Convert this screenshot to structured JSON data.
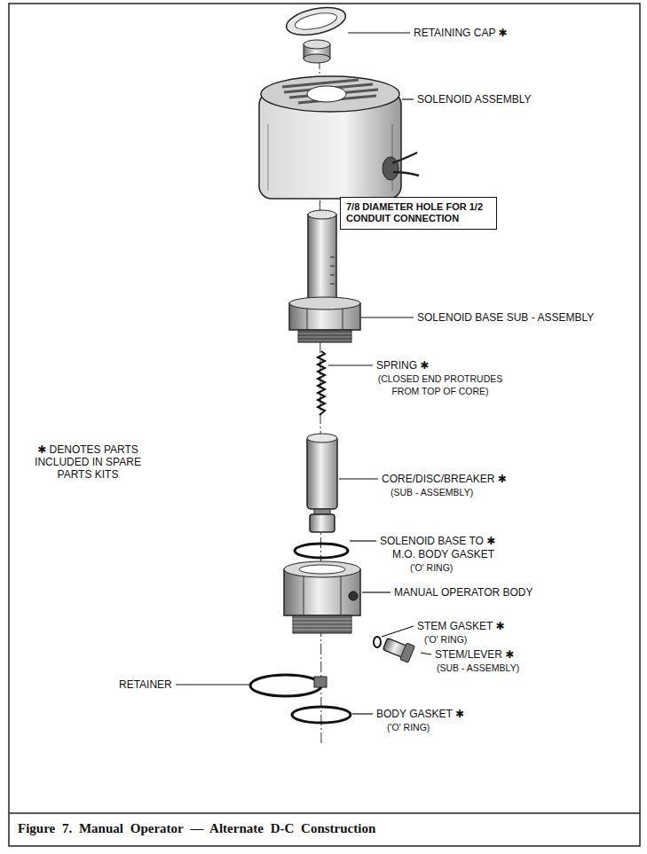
{
  "diagram": {
    "caption": "Figure 7. Manual Operator — Alternate D-C Construction",
    "nodes": [
      {
        "text": [
          "7/8 DIAMETER HOLE FOR 1/2 CONDUIT CONNECTION"
        ]
      }
    ],
    "edges": [],
    "labels": [
      "RETAINING CAP ✱",
      "SOLENOID ASSEMBLY",
      "SOLENOID BASE SUB - ASSEMBLY",
      "SPRING ✱",
      "(CLOSED END PROTRUDES FROM TOP OF CORE)",
      "✱ DENOTES PARTS INCLUDED IN SPARE PARTS KITS",
      "CORE/DISC/BREAKER ✱",
      "(SUB - ASSEMBLY)",
      "SOLENOID BASE TO ✱",
      "M.O. BODY GASKET",
      "('O' RING)",
      "MANUAL OPERATOR BODY",
      "STEM GASKET ✱",
      "('O' RING)",
      "STEM/LEVER ✱",
      "(SUB - ASSEMBLY)",
      "RETAINER",
      "BODY GASKET ✱",
      "('O' RING)"
    ]
  }
}
